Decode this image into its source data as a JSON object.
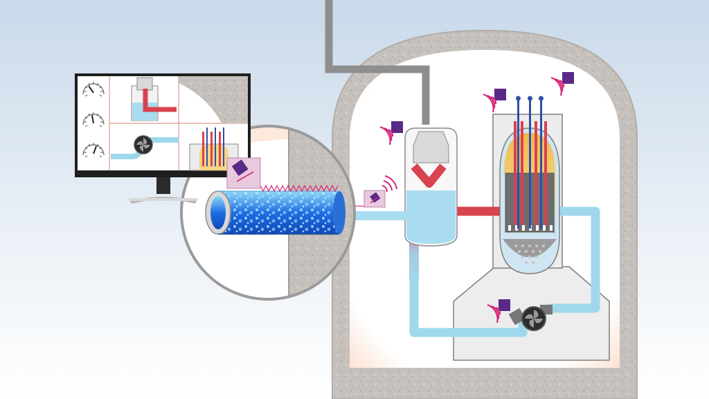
{
  "diagram": {
    "kind": "wireless sensor monitoring of a reactor containment",
    "colors": {
      "background_top": "#c9d9ea",
      "background_bottom": "#ffffff",
      "concrete": "#c6c1bc",
      "containment_interior": "#fdf1e8",
      "hot_coolant": "#d9424f",
      "cold_coolant": "#9fd8ec",
      "water": "#a9dcf0",
      "sensor_purple": "#5a2a86",
      "signal_magenta": "#d6287a",
      "control_rod_blue": "#2f4fa8",
      "monitor_frame": "#1e1e1e",
      "grey_pipe": "#9a9a9a"
    },
    "icons": {
      "sensor": "wireless-sensor-icon",
      "pump": "pump-fan-icon",
      "gauge": "analog-gauge-icon"
    },
    "monitor_gauges": [
      {
        "needle_angle_deg": -35
      },
      {
        "needle_angle_deg": -10
      },
      {
        "needle_angle_deg": 20
      }
    ]
  }
}
